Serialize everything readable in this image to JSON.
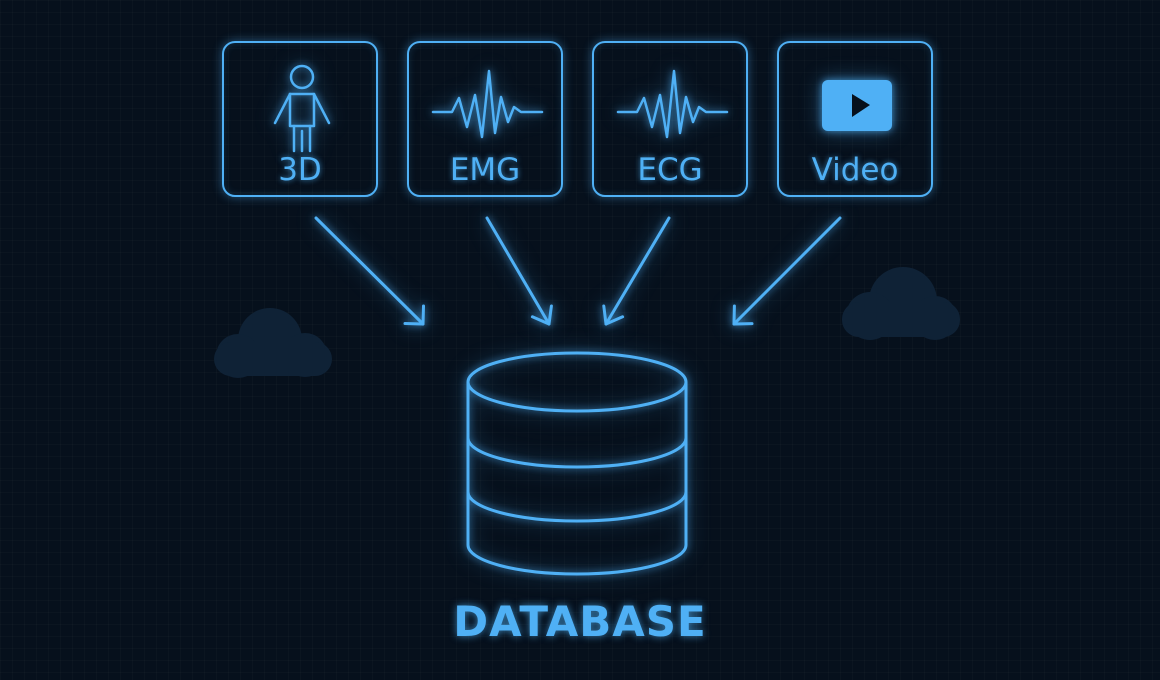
{
  "diagram": {
    "sources": [
      {
        "label": "3D",
        "icon": "person-icon"
      },
      {
        "label": "EMG",
        "icon": "waveform-icon"
      },
      {
        "label": "ECG",
        "icon": "waveform-icon"
      },
      {
        "label": "Video",
        "icon": "play-video-icon"
      }
    ],
    "target": {
      "label": "DATABASE",
      "icon": "database-icon"
    }
  },
  "colors": {
    "background": "#06101c",
    "accent": "#4fb0f5",
    "cloud": "#0f2236"
  }
}
